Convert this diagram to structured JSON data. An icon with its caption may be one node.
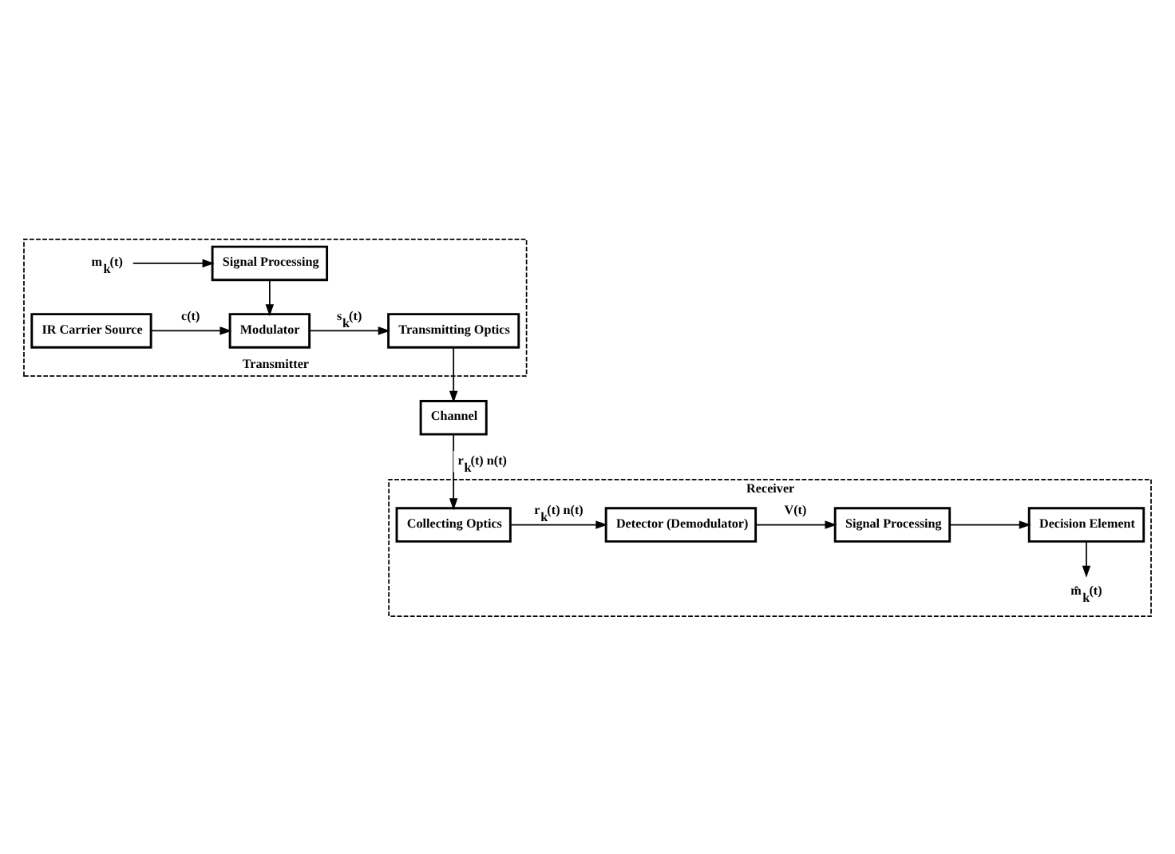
{
  "diagram": {
    "nodes": [
      {
        "text": [
          "Transmitter"
        ]
      },
      {
        "text": [
          "Signal Processing"
        ],
        "in": 0
      },
      {
        "text": [
          "IR Carrier Source"
        ],
        "in": 0
      },
      {
        "text": [
          "Modulator"
        ],
        "in": 0
      },
      {
        "text": [
          "Transmitting Optics"
        ],
        "in": 0
      },
      {
        "text": [
          "Channel"
        ]
      },
      {
        "text": [
          "Receiver"
        ]
      },
      {
        "text": [
          "Collecting Optics"
        ],
        "in": 6
      },
      {
        "text": [
          "Detector (Demodulator)"
        ],
        "in": 6
      },
      {
        "text": [
          "Signal Processing"
        ],
        "in": 6
      },
      {
        "text": [
          "Decision Element"
        ],
        "in": 6
      },
      {
        "text": [
          "m$_{k}$(t)"
        ],
        "in": 0
      },
      {
        "text": [
          "m̂$_{k}$(t)"
        ],
        "in": 6
      }
    ],
    "edges": [
      {
        "from": 11,
        "to": 1,
        "arrow": "to"
      },
      {
        "from": 1,
        "to": 3,
        "arrow": "to"
      },
      {
        "from": 2,
        "to": 3,
        "arrow": "to",
        "label": "c(t)"
      },
      {
        "from": 3,
        "to": 4,
        "arrow": "to",
        "label": "s$_{k}$(t)"
      },
      {
        "from": 4,
        "to": 5,
        "arrow": "to"
      },
      {
        "from": 5,
        "to": 7,
        "arrow": "to",
        "label": "r$_{k}$(t) n(t)"
      },
      {
        "from": 7,
        "to": 8,
        "arrow": "to",
        "label": "r$_{k}$(t) n(t)"
      },
      {
        "from": 8,
        "to": 9,
        "arrow": "to",
        "label": "V(t)"
      },
      {
        "from": 9,
        "to": 10,
        "arrow": "to"
      },
      {
        "from": 10,
        "to": 12,
        "arrow": "to"
      }
    ]
  }
}
